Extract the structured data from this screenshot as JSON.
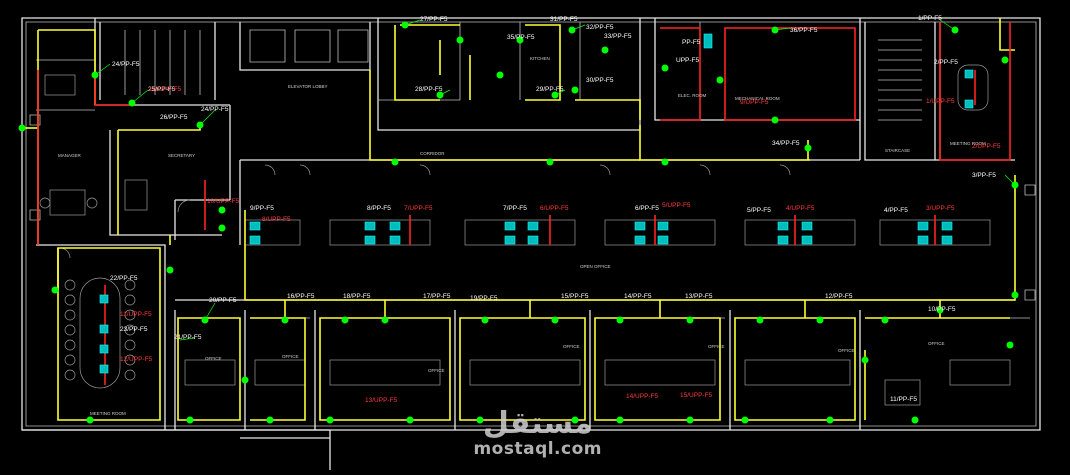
{
  "labels": {
    "pp": [
      "1/PP-F5",
      "2/PP-F5",
      "3/PP-F5",
      "4/PP-F5",
      "5/PP-F5",
      "6/PP-F5",
      "7/PP-F5",
      "8/PP-F5",
      "9/PP-F5",
      "10/PP-F5",
      "11/PP-F5",
      "12/PP-F5",
      "13/PP-F5",
      "14/PP-F5",
      "15/PP-F5",
      "16/PP-F5",
      "17/PP-F5",
      "18/PP-F5",
      "19/PP-F5",
      "20/PP-F5",
      "21/PP-F5",
      "22/PP-F5",
      "23/PP-F5",
      "24/PP-F5",
      "25/PP-F5",
      "26/PP-F5",
      "27/PP-F5",
      "28/PP-F5",
      "29/PP-F5",
      "30/PP-F5",
      "31/PP-F5",
      "32/PP-F5",
      "33/PP-F5",
      "34/PP-F5",
      "35/PP-F5",
      "36/PP-F5"
    ],
    "upp": [
      "1/UPP-F5",
      "2/UPP-F5",
      "3/UPP-F5",
      "4/UPP-F5",
      "5/UPP-F5",
      "6/UPP-F5",
      "7/UPP-F5",
      "8/UPP-F5",
      "9/UPP-F5",
      "10/UPP-F5",
      "11/UPP-F5",
      "12/UPP-F5",
      "13/UPP-F5",
      "14/UPP-F5",
      "15/UPP-F5",
      "16/UPP-F5"
    ],
    "panel": [
      "PP-F5",
      "UPP-F5"
    ]
  },
  "rooms": {
    "manager": "MANAGER",
    "secretary": "SECRETARY",
    "corridor": "CORRIDOR",
    "open_office": "OPEN OFFICE",
    "office": "OFFICE",
    "meeting_room": "MEETING ROOM",
    "staircase": "STAIRCASE",
    "kitchen": "KITCHEN",
    "elevator_lobby": "ELEVATOR LOBBY",
    "elec_room": "ELEC. ROOM",
    "mechanical_room": "MECHANICAL ROOM"
  },
  "watermark": {
    "arabic": "مستقل",
    "latin": "mostaql.com"
  },
  "colors": {
    "background": "#000000",
    "wall": "#e8e8e8",
    "pp_circuit": "#ffff33",
    "upp_circuit": "#ff2222",
    "socket": "#00ff00",
    "workstation": "#00ffff"
  }
}
